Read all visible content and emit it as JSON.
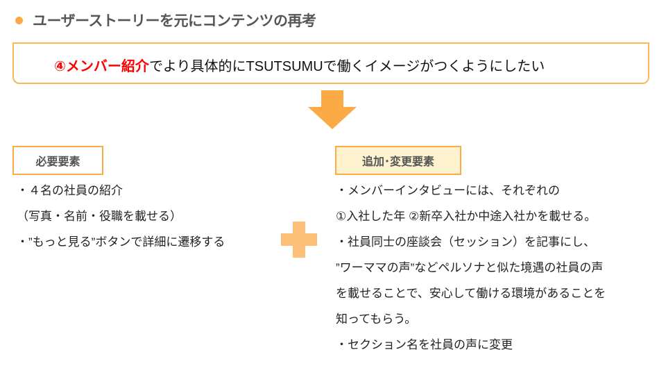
{
  "title": "ユーザーストーリーを元にコンテンツの再考",
  "banner": {
    "highlight": "④メンバー紹介",
    "text": "でより具体的にTSUTSUMUで働くイメージがつくようにしたい"
  },
  "left": {
    "label": "必要要素",
    "lines": [
      "・４名の社員の紹介",
      "（写真・名前・役職を載せる）",
      "・”もっと見る”ボタンで詳細に遷移する"
    ]
  },
  "right": {
    "label": "追加･変更要素",
    "lines": [
      "・メンバーインタビューには、それぞれの",
      "①入社した年  ②新卒入社か中途入社かを載せる。",
      "・社員同士の座談会（セッション）を記事にし、",
      "”ワーママの声”などペルソナと似た境遇の社員の声",
      "を載せることで、安心して働ける環境があることを",
      "知ってもらう。",
      "・セクション名を社員の声に変更"
    ]
  },
  "colors": {
    "accent": "#fbaa45",
    "highlight": "#ff0000",
    "tag_fill": "#fff3cf"
  }
}
